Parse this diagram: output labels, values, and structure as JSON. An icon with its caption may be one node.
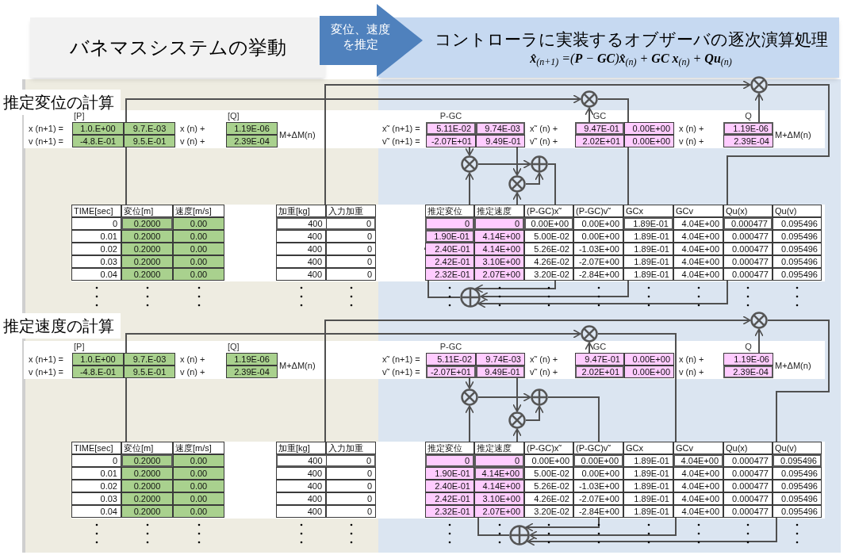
{
  "diagram": {
    "nodes": [
      {
        "text": [
          "バネマスシステムの挙動"
        ]
      },
      {
        "text": [
          "コントローラに実装するオブザーバの逐次演算処理",
          "**x̂**$_{(n+1)}$ =(**P** − **GC**)**x̂**$_{(n)}$ + **GC x**$_{(n)}$ + **Qu**$_{(n)}$"
        ]
      },
      {
        "text": [],
        "shape": "multiplier"
      },
      {
        "text": [],
        "shape": "multiplier"
      },
      {
        "text": [
          "5.11E-02"
        ]
      },
      {
        "text": [
          "9.74E-03"
        ]
      },
      {
        "text": [
          "9.47E-01"
        ]
      },
      {
        "text": [
          "1.19E-06"
        ]
      },
      {
        "text": [],
        "shape": "multiplier"
      },
      {
        "text": [],
        "shape": "adder"
      },
      {
        "text": [],
        "shape": "multiplier"
      },
      {
        "text": [
          "0.2000"
        ]
      },
      {
        "text": [
          "400",
          "0"
        ]
      },
      {
        "text": [
          "0"
        ]
      },
      {
        "text": [
          "0"
        ]
      },
      {
        "text": [
          "0.00E+00"
        ]
      },
      {
        "text": [
          "1.89E-01"
        ]
      },
      {
        "text": [
          "0.000477"
        ]
      },
      {
        "text": [
          "1.90E-01"
        ]
      },
      {
        "text": [],
        "shape": "adder"
      },
      {
        "text": [],
        "shape": "multiplier"
      },
      {
        "text": [],
        "shape": "multiplier"
      },
      {
        "text": [
          "-2.07E+01"
        ]
      },
      {
        "text": [
          "9.49E-01"
        ]
      },
      {
        "text": [
          "2.02E+01"
        ]
      },
      {
        "text": [
          "2.39E-04"
        ]
      },
      {
        "text": [],
        "shape": "multiplier"
      },
      {
        "text": [],
        "shape": "adder"
      },
      {
        "text": [],
        "shape": "multiplier"
      },
      {
        "text": [
          "0.2000"
        ]
      },
      {
        "text": [
          "400",
          "0"
        ]
      },
      {
        "text": [
          "0"
        ]
      },
      {
        "text": [
          "0"
        ]
      },
      {
        "text": [
          "0.00E+00"
        ]
      },
      {
        "text": [
          "4.04E+00"
        ]
      },
      {
        "text": [
          "0.095496"
        ]
      },
      {
        "text": [
          "4.14E+00"
        ]
      },
      {
        "text": [],
        "shape": "adder"
      }
    ],
    "edges": [
      {
        "from": 11,
        "to": 3,
        "arrow": "to"
      },
      {
        "from": 6,
        "to": 3,
        "arrow": "to"
      },
      {
        "from": 3,
        "to": 16,
        "arrow": "to"
      },
      {
        "from": 12,
        "to": 2,
        "arrow": "to"
      },
      {
        "from": 7,
        "to": 2,
        "arrow": "to"
      },
      {
        "from": 2,
        "to": 17,
        "arrow": "to"
      },
      {
        "from": 4,
        "to": 8,
        "arrow": "to"
      },
      {
        "from": 13,
        "to": 8,
        "arrow": "to"
      },
      {
        "from": 8,
        "to": 9,
        "arrow": "to"
      },
      {
        "from": 5,
        "to": 10,
        "arrow": "to"
      },
      {
        "from": 14,
        "to": 10,
        "arrow": "to"
      },
      {
        "from": 10,
        "to": 9,
        "arrow": "to"
      },
      {
        "from": 9,
        "to": 15,
        "arrow": "none"
      },
      {
        "from": 15,
        "to": 19,
        "arrow": "to"
      },
      {
        "from": 16,
        "to": 19,
        "arrow": "to"
      },
      {
        "from": 17,
        "to": 19,
        "arrow": "to"
      },
      {
        "from": 19,
        "to": 18,
        "arrow": "to"
      },
      {
        "from": 29,
        "to": 21,
        "arrow": "to"
      },
      {
        "from": 24,
        "to": 21,
        "arrow": "to"
      },
      {
        "from": 21,
        "to": 34,
        "arrow": "to"
      },
      {
        "from": 30,
        "to": 20,
        "arrow": "to"
      },
      {
        "from": 25,
        "to": 20,
        "arrow": "to"
      },
      {
        "from": 20,
        "to": 35,
        "arrow": "to"
      },
      {
        "from": 22,
        "to": 26,
        "arrow": "to"
      },
      {
        "from": 31,
        "to": 26,
        "arrow": "to"
      },
      {
        "from": 26,
        "to": 27,
        "arrow": "to"
      },
      {
        "from": 23,
        "to": 28,
        "arrow": "to"
      },
      {
        "from": 32,
        "to": 28,
        "arrow": "to"
      },
      {
        "from": 28,
        "to": 27,
        "arrow": "to"
      },
      {
        "from": 27,
        "to": 33,
        "arrow": "none"
      },
      {
        "from": 33,
        "to": 37,
        "arrow": "to"
      },
      {
        "from": 34,
        "to": 37,
        "arrow": "to"
      },
      {
        "from": 35,
        "to": 37,
        "arrow": "to"
      },
      {
        "from": 37,
        "to": 36,
        "arrow": "to"
      },
      {
        "from": 0,
        "to": 1,
        "arrow": "to",
        "label": "変位、速度を推定"
      }
    ],
    "labels": [
      "推定変位の計算",
      "[P]",
      "[Q]",
      "P-GC",
      "GC",
      "Q",
      "x (n+1) =",
      "1.0.E+00",
      "9.7.E-03",
      "x (n) +",
      "1.19E-06",
      "M+ΔM(n)",
      "x˜ (n+1) =",
      "x˜ (n) +",
      "0.00E+00",
      "x (n) +",
      "M+ΔM(n)",
      "v (n+1) =",
      "-4.8.E-01",
      "9.5.E-01",
      "v (n) +",
      "2.39E-04",
      "v˜ (n+1) =",
      "-2.07E+01",
      "9.49E-01",
      "v˜ (n) +",
      "2.02E+01",
      "0.00E+00",
      "v (n) +",
      "2.39E-04",
      "TIME[sec]",
      "変位[m]",
      "速度[m/s]",
      "加重[kg]",
      "入力加重",
      "推定変位",
      "推定速度",
      "(P-GC)x˜",
      "(P-GC)v˜",
      "GCx",
      "GCv",
      "Qu(x)",
      "Qu(v)",
      "0",
      "0.00",
      "0.00E+00",
      "4.04E+00",
      "0.095496",
      "0.01",
      "0.2000",
      "0.00",
      "400",
      "0",
      "4.14E+00",
      "5.00E-02",
      "0.00E+00",
      "1.89E-01",
      "4.04E+00",
      "0.000477",
      "0.095496",
      "0.02",
      "0.2000",
      "0.00",
      "400",
      "0",
      "2.40E-01",
      "4.14E+00",
      "5.26E-02",
      "-1.03E+00",
      "1.89E-01",
      "4.04E+00",
      "0.000477",
      "0.095496",
      "0.03",
      "0.2000",
      "0.00",
      "400",
      "0",
      "2.42E-01",
      "3.10E+00",
      "4.26E-02",
      "-2.07E+00",
      "1.89E-01",
      "4.04E+00",
      "0.000477",
      "0.095496",
      "0.04",
      "0.2000",
      "0.00",
      "400",
      "0",
      "2.32E-01",
      "2.07E+00",
      "3.20E-02",
      "-2.84E+00",
      "1.89E-01",
      "4.04E+00",
      "0.000477",
      "0.095496",
      "推定速度の計算",
      "[P]",
      "[Q]",
      "P-GC",
      "GC",
      "Q",
      "x (n+1) =",
      "1.0.E+00",
      "9.7.E-03",
      "x (n) +",
      "1.19E-06",
      "M+ΔM(n)",
      "x˜ (n+1) =",
      "5.11E-02",
      "9.74E-03",
      "x˜ (n) +",
      "9.47E-01",
      "0.00E+00",
      "x (n) +",
      "1.19E-06",
      "M+ΔM(n)",
      "v (n+1) =",
      "-4.8.E-01",
      "9.5.E-01",
      "v (n) +",
      "2.39E-04",
      "v˜ (n+1) =",
      "v˜ (n) +",
      "0.00E+00",
      "v (n) +",
      "TIME[sec]",
      "変位[m]",
      "速度[m/s]",
      "加重[kg]",
      "入力加重",
      "推定変位",
      "推定速度",
      "(P-GC)x˜",
      "(P-GC)v˜",
      "GCx",
      "GCv",
      "Qu(x)",
      "Qu(v)",
      "0",
      "0.00",
      "0.00E+00",
      "1.89E-01",
      "0.000477",
      "0.01",
      "0.2000",
      "0.00",
      "400",
      "0",
      "1.90E-01",
      "5.00E-02",
      "0.00E+00",
      "1.89E-01",
      "4.04E+00",
      "0.000477",
      "0.095496",
      "0.02",
      "0.2000",
      "0.00",
      "400",
      "0",
      "2.40E-01",
      "4.14E+00",
      "5.26E-02",
      "-1.03E+00",
      "1.89E-01",
      "4.04E+00",
      "0.000477",
      "0.095496",
      "0.03",
      "0.2000",
      "0.00",
      "400",
      "0",
      "2.42E-01",
      "3.10E+00",
      "4.26E-02",
      "-2.07E+00",
      "1.89E-01",
      "4.04E+00",
      "0.000477",
      "0.095496",
      "0.04",
      "0.2000",
      "0.00",
      "400",
      "0",
      "2.32E-01",
      "2.07E+00",
      "3.20E-02",
      "-2.84E+00",
      "1.89E-01",
      "4.04E+00",
      "0.000477",
      "0.095496"
    ]
  }
}
